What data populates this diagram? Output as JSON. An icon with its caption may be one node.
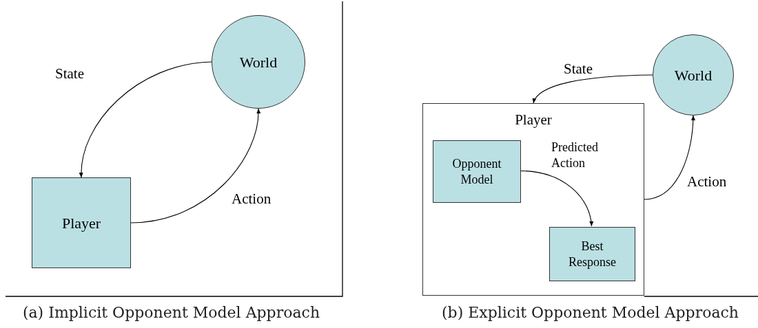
{
  "diagram": {
    "nodes": [
      {
        "text": [
          "World"
        ]
      },
      {
        "text": [
          "Player"
        ]
      },
      {
        "text": [
          "Player"
        ]
      },
      {
        "text": [
          "Opponent Model"
        ],
        "in": 2
      },
      {
        "text": [
          "Best Response"
        ],
        "in": 2
      },
      {
        "text": [
          "World"
        ]
      }
    ],
    "edges": [
      {
        "from": 0,
        "to": 1,
        "arrow": "to",
        "label": "State"
      },
      {
        "from": 1,
        "to": 0,
        "arrow": "to",
        "label": "Action"
      },
      {
        "from": 5,
        "to": 2,
        "arrow": "to",
        "label": "State"
      },
      {
        "from": 3,
        "to": 4,
        "arrow": "to",
        "label": "Predicted Action"
      },
      {
        "from": 2,
        "to": 5,
        "arrow": "to",
        "label": "Action"
      }
    ],
    "labels": [
      "(a) Implicit Opponent Model Approach",
      "(b) Explicit Opponent Model Approach"
    ]
  }
}
